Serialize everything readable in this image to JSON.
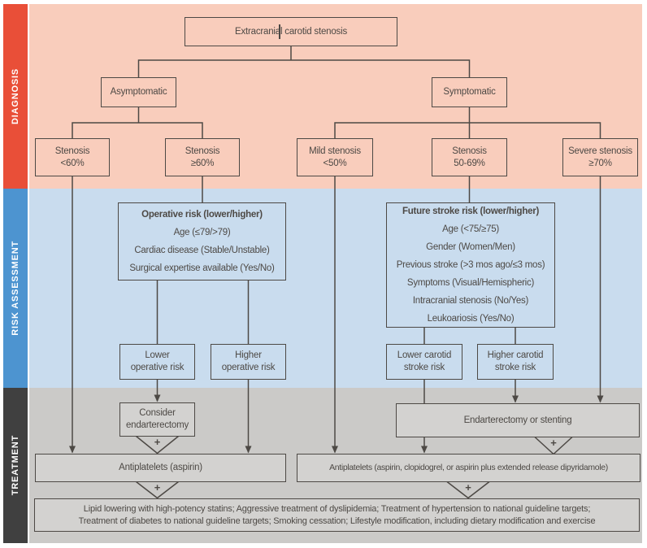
{
  "colors": {
    "diagnosis_accent": "#e94f38",
    "diagnosis_bg": "#f9cdbc",
    "risk_accent": "#4d94d0",
    "risk_bg": "#c9dcee",
    "treatment_accent": "#404040",
    "treatment_bg": "#cbcac8",
    "line_and_text": "#4d4945"
  },
  "sidebar": {
    "diagnosis": "DIAGNOSIS",
    "risk": "RISK ASSESSMENT",
    "treatment": "TREATMENT"
  },
  "diagnosis": {
    "root": "Extracranial carotid stenosis",
    "asymptomatic": "Asymptomatic",
    "symptomatic": "Symptomatic",
    "stenosis_lt60": {
      "l1": "Stenosis",
      "l2": "<60%"
    },
    "stenosis_ge60": {
      "l1": "Stenosis",
      "l2": "≥60%"
    },
    "mild_stenosis": {
      "l1": "Mild stenosis",
      "l2": "<50%"
    },
    "stenosis_50_69": {
      "l1": "Stenosis",
      "l2": "50-69%"
    },
    "severe_stenosis": {
      "l1": "Severe stenosis",
      "l2": "≥70%"
    }
  },
  "risk_assessment": {
    "operative": {
      "title": "Operative risk (lower/higher)",
      "items": [
        "Age (≤79/>79)",
        "Cardiac disease (Stable/Unstable)",
        "Surgical expertise available (Yes/No)"
      ]
    },
    "future_stroke": {
      "title": "Future stroke risk (lower/higher)",
      "items": [
        "Age (<75/≥75)",
        "Gender (Women/Men)",
        "Previous stroke (>3 mos ago/≤3 mos)",
        "Symptoms (Visual/Hemispheric)",
        "Intracranial stenosis (No/Yes)",
        "Leukoariosis (Yes/No)"
      ]
    },
    "lower_operative": {
      "l1": "Lower",
      "l2": "operative risk"
    },
    "higher_operative": {
      "l1": "Higher",
      "l2": "operative risk"
    },
    "lower_carotid": {
      "l1": "Lower carotid",
      "l2": "stroke risk"
    },
    "higher_carotid": {
      "l1": "Higher carotid",
      "l2": "stroke risk"
    }
  },
  "treatment": {
    "consider_endarterectomy": {
      "l1": "Consider",
      "l2": "endarterectomy"
    },
    "endarterectomy_or_stenting": "Endarterectomy or stenting",
    "antiplatelets_left": "Antiplatelets (aspirin)",
    "antiplatelets_right": "Antiplatelets (aspirin, clopidogrel, or aspirin plus extended release dipyridamole)",
    "plus": "+",
    "risk_factor_management": {
      "l1": "Lipid lowering with high-potency statins; Aggressive treatment of dyslipidemia; Treatment of hypertension to national guideline targets;",
      "l2": "Treatment of diabetes to national guideline targets; Smoking cessation; Lifestyle modification, including dietary modification and exercise"
    }
  }
}
